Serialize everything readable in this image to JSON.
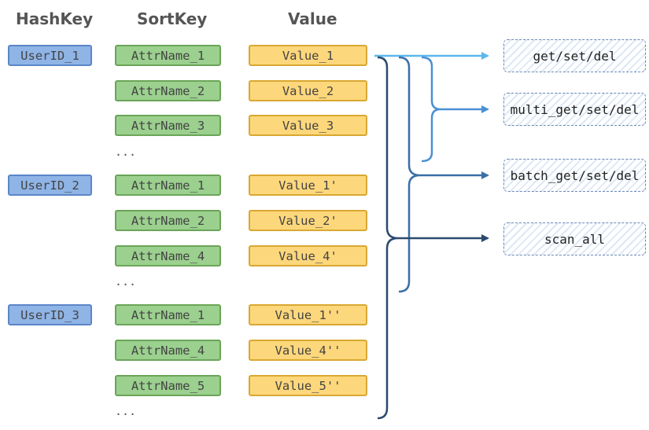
{
  "headers": {
    "hashkey": "HashKey",
    "sortkey": "SortKey",
    "value": "Value"
  },
  "hash_keys": [
    "UserID_1",
    "UserID_2",
    "UserID_3"
  ],
  "sort_keys": [
    "AttrName_1",
    "AttrName_2",
    "AttrName_3",
    "AttrName_1",
    "AttrName_2",
    "AttrName_4",
    "AttrName_1",
    "AttrName_4",
    "AttrName_5"
  ],
  "values": [
    "Value_1",
    "Value_2",
    "Value_3",
    "Value_1'",
    "Value_2'",
    "Value_4'",
    "Value_1''",
    "Value_4''",
    "Value_5''"
  ],
  "ellipsis": "...",
  "operations": [
    "get/set/del",
    "multi_get/set/del",
    "batch_get/set/del",
    "scan_all"
  ],
  "colors": {
    "hash_fill": "#8fb4e6",
    "sort_fill": "#9bd08e",
    "value_fill": "#fdd77b",
    "op_get": "#5bb8ee",
    "op_multi": "#4a90d4",
    "op_batch": "#3a6fa6",
    "op_scan": "#2a4a6e"
  }
}
